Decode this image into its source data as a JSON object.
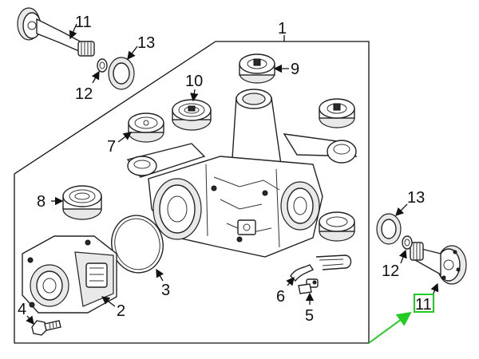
{
  "labels": {
    "part_1": "1",
    "part_2": "2",
    "part_3": "3",
    "part_4": "4",
    "part_5": "5",
    "part_6": "6",
    "part_7": "7",
    "part_8": "8",
    "part_9": "9",
    "part_10": "10",
    "part_11_left": "11",
    "part_11_right": "11",
    "part_12_left": "12",
    "part_12_right": "12",
    "part_13_left": "13",
    "part_13_right": "13"
  },
  "highlight": {
    "target_label": "11",
    "box_color": "#22cc22",
    "arrow_color": "#22cc22"
  }
}
